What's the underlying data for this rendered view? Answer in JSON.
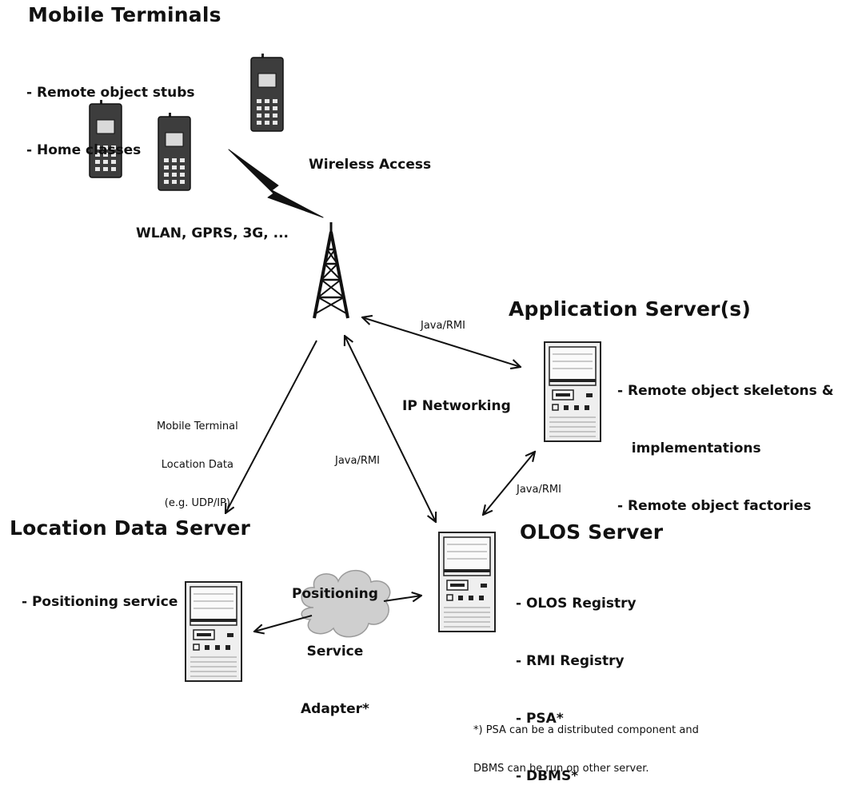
{
  "mobile_terminals": {
    "title": "Mobile Terminals",
    "items": [
      "- Remote object stubs",
      "- Home classes"
    ]
  },
  "wireless": {
    "access_label": "Wireless Access",
    "tech_label": "WLAN, GPRS, 3G, ..."
  },
  "application_server": {
    "title": "Application Server(s)",
    "items": [
      "- Remote object skeletons &",
      "   implementations",
      "- Remote object factories"
    ]
  },
  "ip_networking_label": "IP Networking",
  "links": {
    "tower_app": "Java/RMI",
    "tower_olos": "Java/RMI",
    "app_olos": "Java/RMI",
    "location_data": [
      "Mobile Terminal",
      "Location Data",
      "(e.g. UDP/IP)"
    ],
    "psa": [
      "Positioning",
      "Service",
      "Adapter*"
    ]
  },
  "location_server": {
    "title": "Location Data Server",
    "items": [
      "- Positioning service"
    ]
  },
  "olos_server": {
    "title": "OLOS Server",
    "items": [
      "- OLOS Registry",
      "- RMI Registry",
      "- PSA*",
      "- DBMS*"
    ]
  },
  "footnote": [
    "*) PSA can be a distributed component and",
    "DBMS can be run on other server."
  ]
}
